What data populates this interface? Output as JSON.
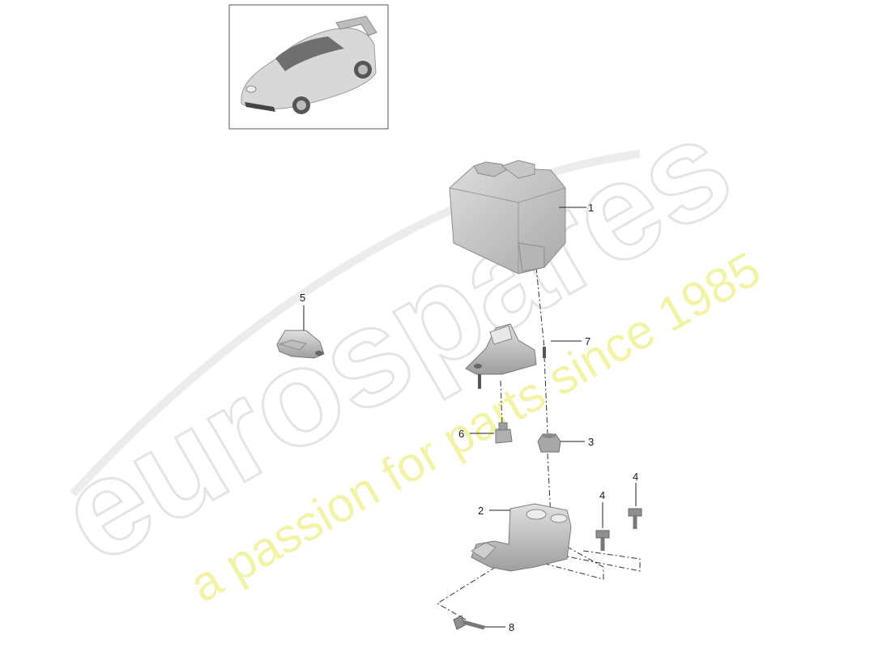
{
  "watermark": {
    "brand": "eurospares",
    "tagline": "a passion for parts since 1985"
  },
  "callouts": [
    {
      "id": "1",
      "label": "1"
    },
    {
      "id": "2",
      "label": "2"
    },
    {
      "id": "3",
      "label": "3"
    },
    {
      "id": "4a",
      "label": "4"
    },
    {
      "id": "4b",
      "label": "4"
    },
    {
      "id": "5",
      "label": "5"
    },
    {
      "id": "6",
      "label": "6"
    },
    {
      "id": "7",
      "label": "7"
    },
    {
      "id": "8",
      "label": "8"
    }
  ],
  "parts": [
    {
      "name": "abs-hydraulic-unit"
    },
    {
      "name": "mounting-bracket-lower"
    },
    {
      "name": "rubber-mount"
    },
    {
      "name": "bolt"
    },
    {
      "name": "sensor-module"
    },
    {
      "name": "bolt-small"
    },
    {
      "name": "upper-bracket"
    },
    {
      "name": "bolt-long"
    }
  ],
  "colors": {
    "part_fill": "#cfcfcf",
    "part_dark": "#a8a8a8",
    "watermark_grey": "#e4e4e4",
    "watermark_yellow": "#f3f3a8"
  }
}
